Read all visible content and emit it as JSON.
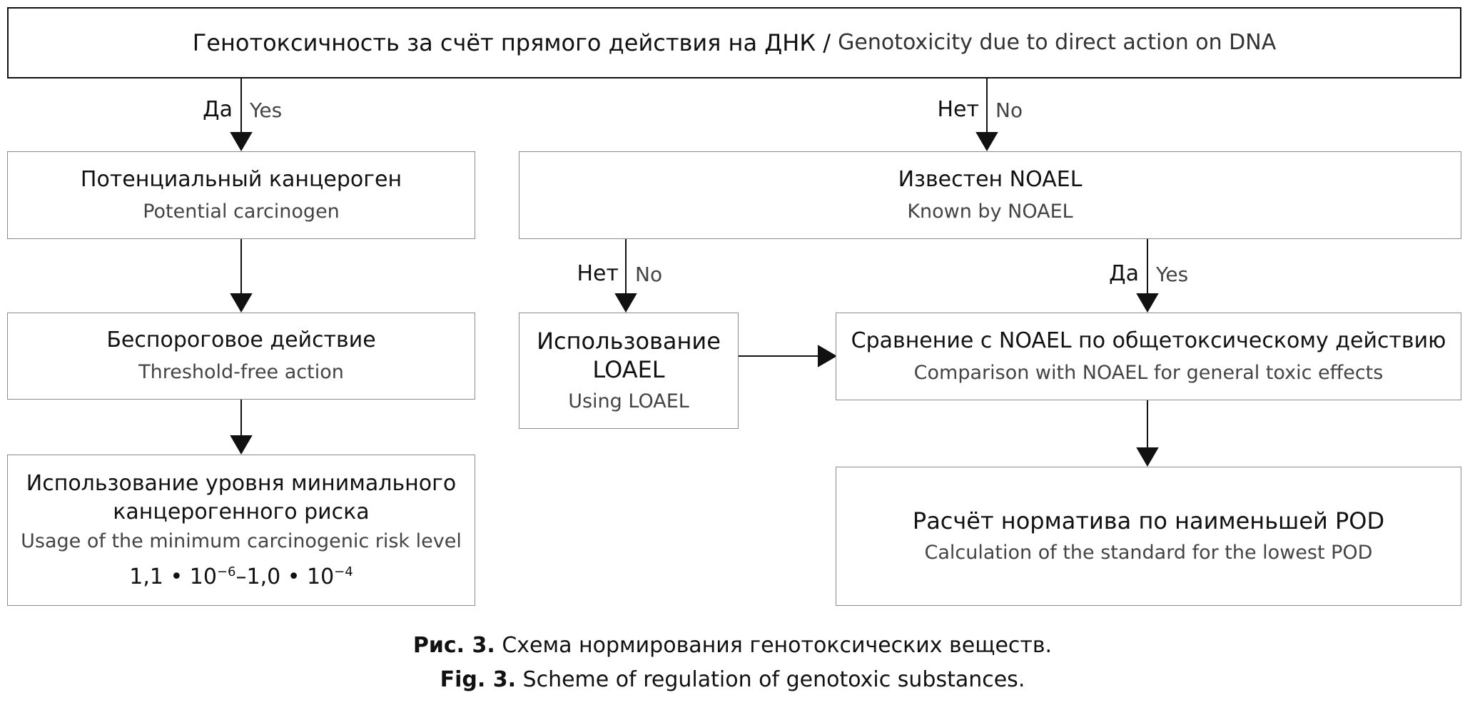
{
  "top_box": {
    "ru": "Генотоксичность за счёт прямого действия на ДНК",
    "separator": " / ",
    "en": "Genotoxicity due to direct action on DNA"
  },
  "branch_left": {
    "ru": "Да",
    "en": "Yes"
  },
  "branch_right": {
    "ru": "Нет",
    "en": "No"
  },
  "potential_carcinogen": {
    "ru": "Потенциальный канцероген",
    "en": "Potential carcinogen"
  },
  "threshold_free": {
    "ru": "Беспороговое действие",
    "en": "Threshold-free action"
  },
  "min_risk": {
    "ru_line1": "Использование уровня минимального",
    "ru_line2": "канцерогенного риска",
    "en": "Usage of the minimum carcinogenic risk level",
    "formula": {
      "a": "1,1 • 10",
      "a_exp": "−6",
      "dash": "–",
      "b": "1,0 • 10",
      "b_exp": "−4"
    }
  },
  "known_noael": {
    "ru": "Известен NOAEL",
    "en": "Known by NOAEL"
  },
  "branch_noael_no": {
    "ru": "Нет",
    "en": "No"
  },
  "branch_noael_yes": {
    "ru": "Да",
    "en": "Yes"
  },
  "using_loael": {
    "ru_line1": "Использование",
    "ru_line2": "LOAEL",
    "en": "Using LOAEL"
  },
  "comparison": {
    "ru": "Сравнение с NOAEL по общетоксическому действию",
    "en": "Comparison with NOAEL for general toxic effects"
  },
  "calculation": {
    "ru": "Расчёт норматива по наименьшей POD",
    "en": "Calculation of the standard for the lowest POD"
  },
  "caption": {
    "ru_bold": "Рис. 3.",
    "ru_text": " Схема нормирования генотоксических веществ.",
    "en_bold": "Fig. 3.",
    "en_text": " Scheme of regulation of genotoxic substances."
  }
}
